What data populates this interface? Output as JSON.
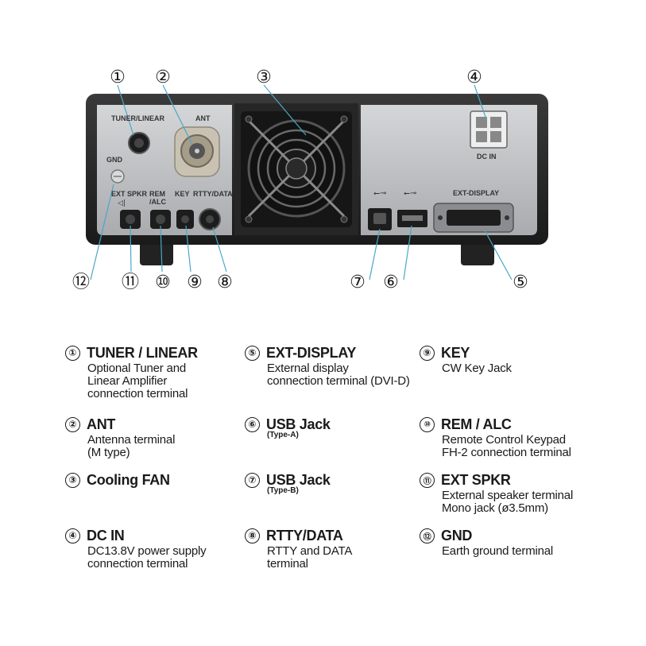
{
  "panel": {
    "labels": {
      "tuner_linear": "TUNER/LINEAR",
      "ant": "ANT",
      "gnd": "GND",
      "ext_spkr": "EXT SPKR",
      "rem_alc": "REM\n/ALC",
      "key": "KEY",
      "rtty_data": "RTTY/DATA",
      "ext_display": "EXT-DISPLAY",
      "dc_in": "DC IN"
    },
    "callouts": [
      "①",
      "②",
      "③",
      "④",
      "⑤",
      "⑥",
      "⑦",
      "⑧",
      "⑨",
      "⑩",
      "⑪",
      "⑫"
    ]
  },
  "legend": [
    {
      "num": "①",
      "title": "TUNER / LINEAR",
      "sub": "",
      "desc": "Optional Tuner and\nLinear Amplifier\nconnection terminal"
    },
    {
      "num": "②",
      "title": "ANT",
      "sub": "",
      "desc": "Antenna terminal\n(M type)"
    },
    {
      "num": "③",
      "title": "Cooling FAN",
      "sub": "",
      "desc": ""
    },
    {
      "num": "④",
      "title": "DC IN",
      "sub": "",
      "desc": "DC13.8V power supply\nconnection terminal"
    },
    {
      "num": "⑤",
      "title": "EXT-DISPLAY",
      "sub": "",
      "desc": "External display\nconnection terminal (DVI-D)"
    },
    {
      "num": "⑥",
      "title": "USB Jack",
      "sub": "(Type-A)",
      "desc": ""
    },
    {
      "num": "⑦",
      "title": "USB Jack",
      "sub": "(Type-B)",
      "desc": ""
    },
    {
      "num": "⑧",
      "title": "RTTY/DATA",
      "sub": "",
      "desc": "RTTY and DATA\nterminal"
    },
    {
      "num": "⑨",
      "title": "KEY",
      "sub": "",
      "desc": "CW Key Jack"
    },
    {
      "num": "⑩",
      "title": "REM / ALC",
      "sub": "",
      "desc": "Remote Control Keypad\nFH-2 connection terminal"
    },
    {
      "num": "⑪",
      "title": "EXT SPKR",
      "sub": "",
      "desc": "External speaker terminal\nMono jack (ø3.5mm)"
    },
    {
      "num": "⑫",
      "title": "GND",
      "sub": "",
      "desc": "Earth ground terminal"
    }
  ],
  "colors": {
    "panel_dark": "#2a2a2a",
    "panel_metal": "#b9bbbd",
    "leader_line": "#4aa8c8",
    "fan": "#1c1c1c"
  }
}
